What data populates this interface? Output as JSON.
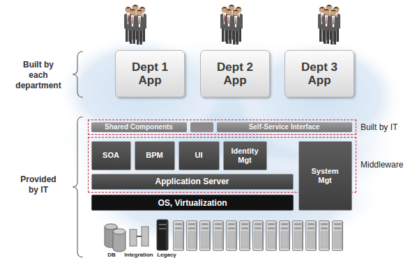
{
  "diagram": {
    "nodes": [
      {
        "text": [
          "Dept 1 App"
        ]
      },
      {
        "text": [
          "Dept 2 App"
        ]
      },
      {
        "text": [
          "Dept 3 App"
        ]
      },
      {
        "text": [
          "Built by IT"
        ]
      },
      {
        "text": [
          "Shared Components"
        ],
        "in": 3
      },
      {
        "text": [
          "Self-Service Interface"
        ],
        "in": 3
      },
      {
        "text": [
          "Middleware"
        ]
      },
      {
        "text": [
          "SOA"
        ],
        "in": 6
      },
      {
        "text": [
          "BPM"
        ],
        "in": 6
      },
      {
        "text": [
          "UI"
        ],
        "in": 6
      },
      {
        "text": [
          "Identity Mgt"
        ],
        "in": 6
      },
      {
        "text": [
          "System Mgt"
        ],
        "in": 6
      },
      {
        "text": [
          "Application Server"
        ],
        "in": 6
      },
      {
        "text": [
          "OS, Virtualization"
        ]
      }
    ],
    "labels": [
      "Built by each department",
      "Provided by IT",
      "DB",
      "Integration",
      "Legacy"
    ]
  }
}
